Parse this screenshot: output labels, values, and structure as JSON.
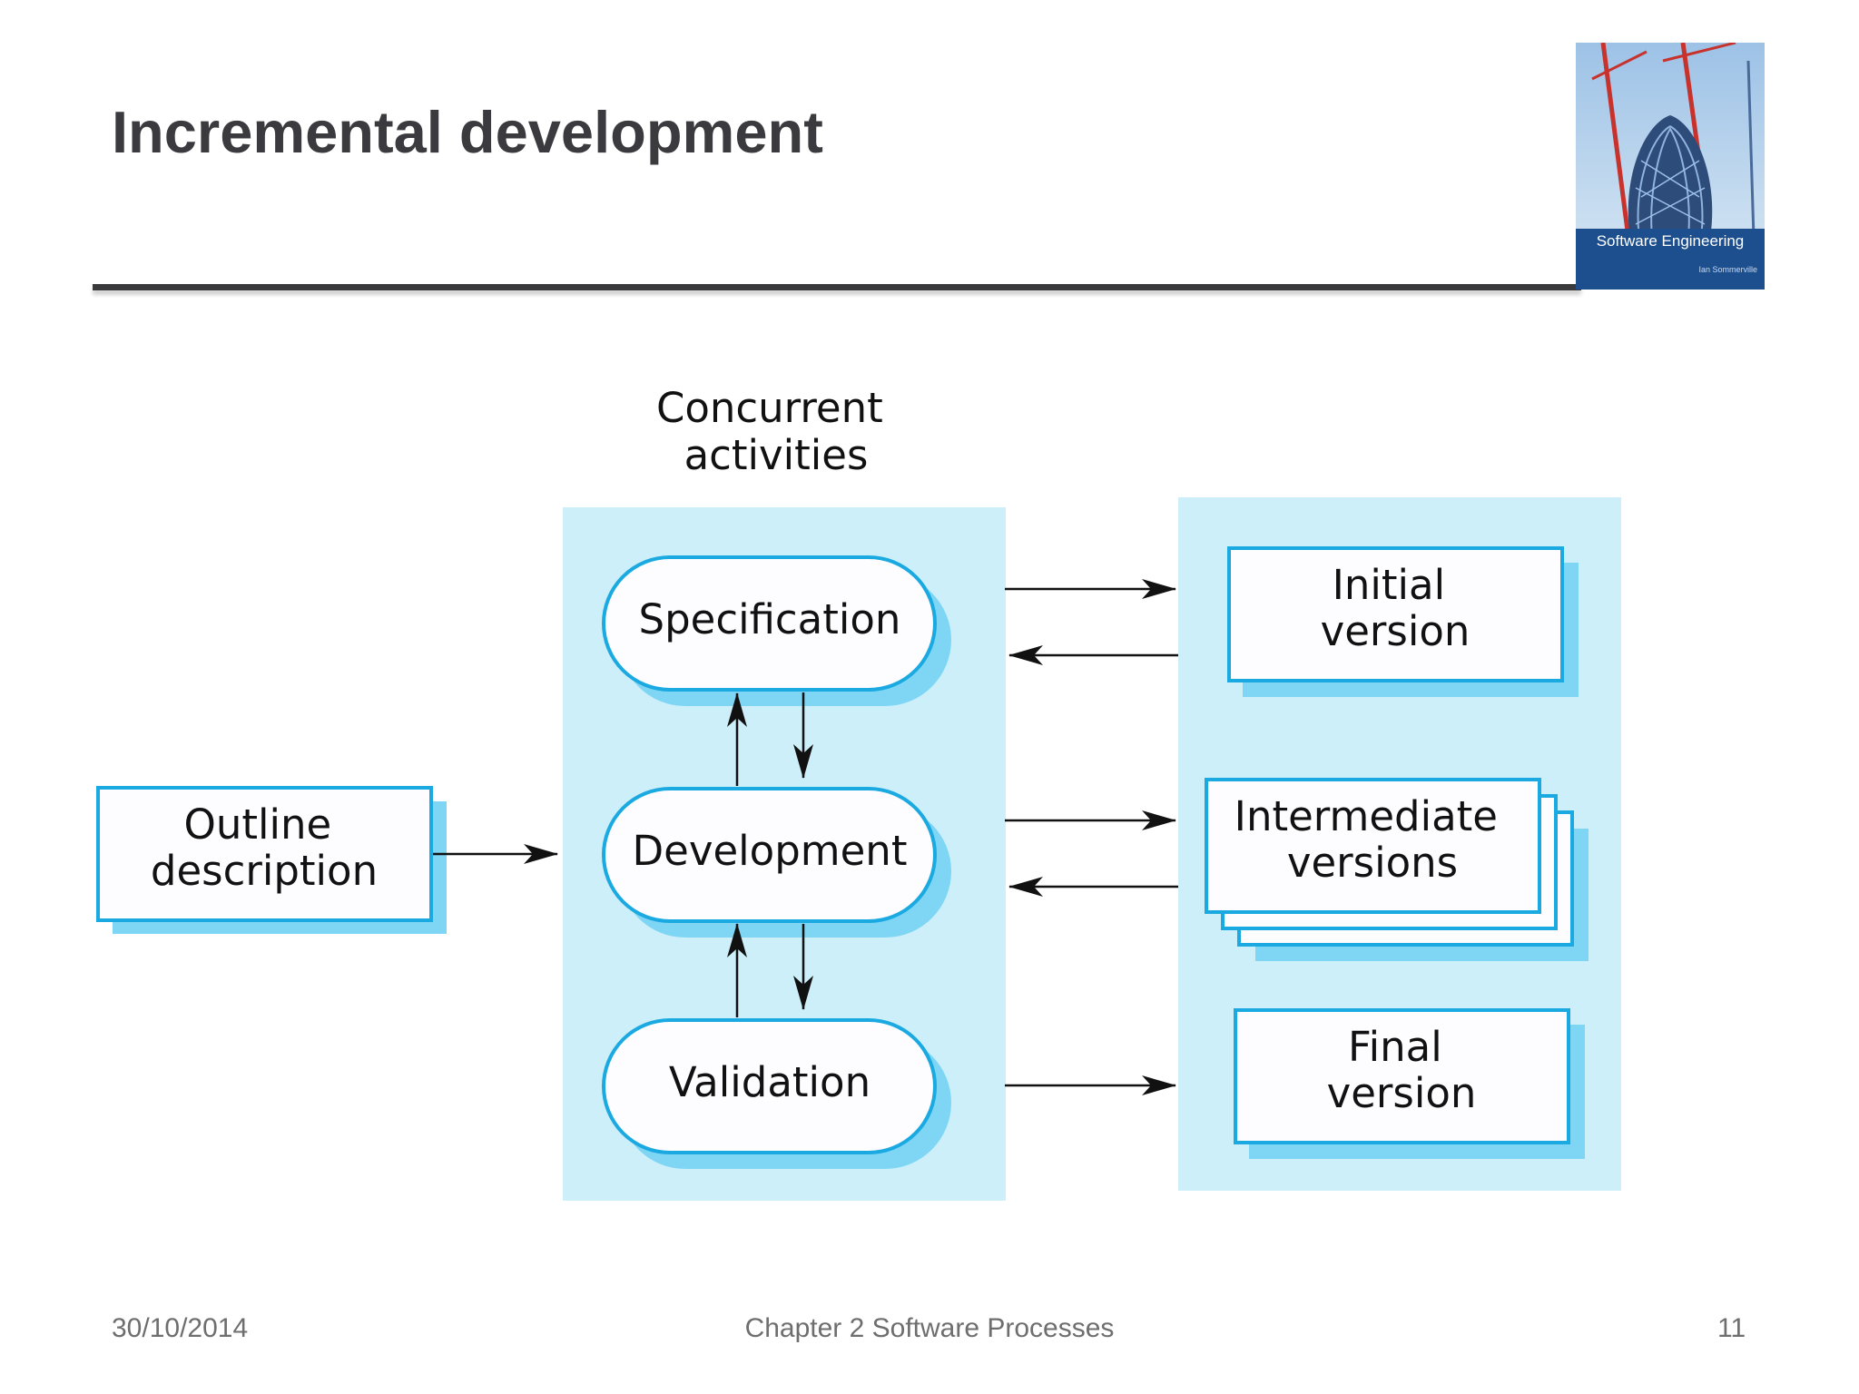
{
  "slide": {
    "title": "Incremental development"
  },
  "book_cover": {
    "caption": "Software Engineering",
    "author": "Ian Sommerville"
  },
  "diagram": {
    "concurrent_label": [
      "Concurrent",
      "activities"
    ],
    "input": [
      "Outline",
      "description"
    ],
    "activities": [
      "Specification",
      "Development",
      "Validation"
    ],
    "versions": {
      "initial": [
        "Initial",
        "version"
      ],
      "intermediate": [
        "Intermediate",
        "versions"
      ],
      "final": [
        "Final",
        "version"
      ]
    }
  },
  "colors": {
    "panel_fill": "#cdeffa",
    "box_border": "#1aa9e0",
    "box_shadow": "#7fd6f4",
    "title_text": "#3b3b3f",
    "footer_text": "#6e6e6e"
  },
  "footer": {
    "date": "30/10/2014",
    "chapter": "Chapter 2 Software Processes",
    "page": "11"
  }
}
